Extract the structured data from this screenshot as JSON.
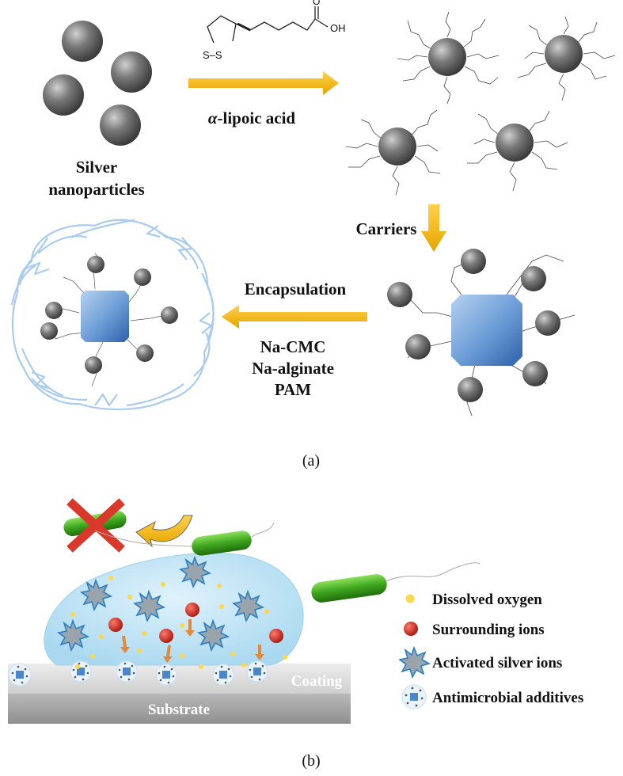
{
  "panel_a": {
    "caption": "(a)",
    "reagent_label": "α-lipoic acid",
    "reagent_prefix": "α",
    "reagent_suffix": "-lipoic acid",
    "molecule": {
      "ss_label": "S–S",
      "oh_label": "OH",
      "o_label": "O"
    },
    "silver_label_line1": "Silver",
    "silver_label_line2": "nanoparticles",
    "carriers_label": "Carriers",
    "encapsulation_label": "Encapsulation",
    "polymers": [
      "Na-CMC",
      "Na-alginate",
      "PAM"
    ]
  },
  "panel_b": {
    "caption": "(b)",
    "coating_label": "Coating",
    "substrate_label": "Substrate",
    "legend": [
      {
        "key": "oxygen",
        "label": "Dissolved oxygen"
      },
      {
        "key": "ions",
        "label": "Surrounding ions"
      },
      {
        "key": "silver",
        "label": "Activated silver ions"
      },
      {
        "key": "additive",
        "label": "Antimicrobial additives"
      }
    ]
  },
  "colors": {
    "arrow_gold": "#f2b705",
    "nanoparticle_gray": "#6b6b6b",
    "carrier_blue": "#5b8fd0",
    "droplet_blue": "#bfe3f5",
    "bacteria_green": "#3a9a1c",
    "cross_red": "#d9382b",
    "ion_red": "#c0221b",
    "oxygen_yellow": "#ffd84a",
    "coating_gray": "#d8d8d8",
    "substrate_gray": "#a9a9a9"
  }
}
